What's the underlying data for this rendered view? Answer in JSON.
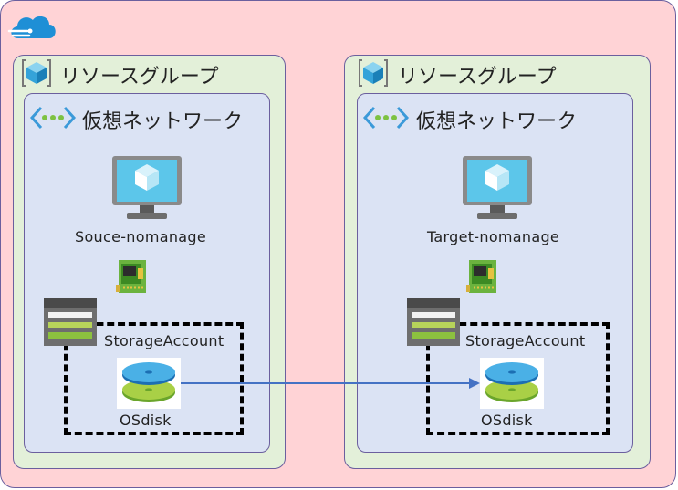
{
  "colors": {
    "azure_bg": "#ffd3d6",
    "resource_group_bg": "#e3f0d9",
    "vnet_bg": "#dbe3f4",
    "border": "#6b5f9e",
    "arrow": "#4472c4",
    "cloud_icon": "#1e8fd6"
  },
  "icons": {
    "cloud": "azure-cloud-icon",
    "resource_group": "resource-group-cube-icon",
    "vnet": "virtual-network-icon",
    "vm": "virtual-machine-monitor-icon",
    "nic": "network-interface-card-icon",
    "storage": "storage-account-icon",
    "disk": "managed-disk-icon"
  },
  "left": {
    "resource_group_label": "リソースグループ",
    "vnet_label": "仮想ネットワーク",
    "vm_name": "Souce-nomanage",
    "storage_label": "StorageAccount",
    "disk_label": "OSdisk"
  },
  "right": {
    "resource_group_label": "リソースグループ",
    "vnet_label": "仮想ネットワーク",
    "vm_name": "Target-nomanage",
    "storage_label": "StorageAccount",
    "disk_label": "OSdisk"
  }
}
